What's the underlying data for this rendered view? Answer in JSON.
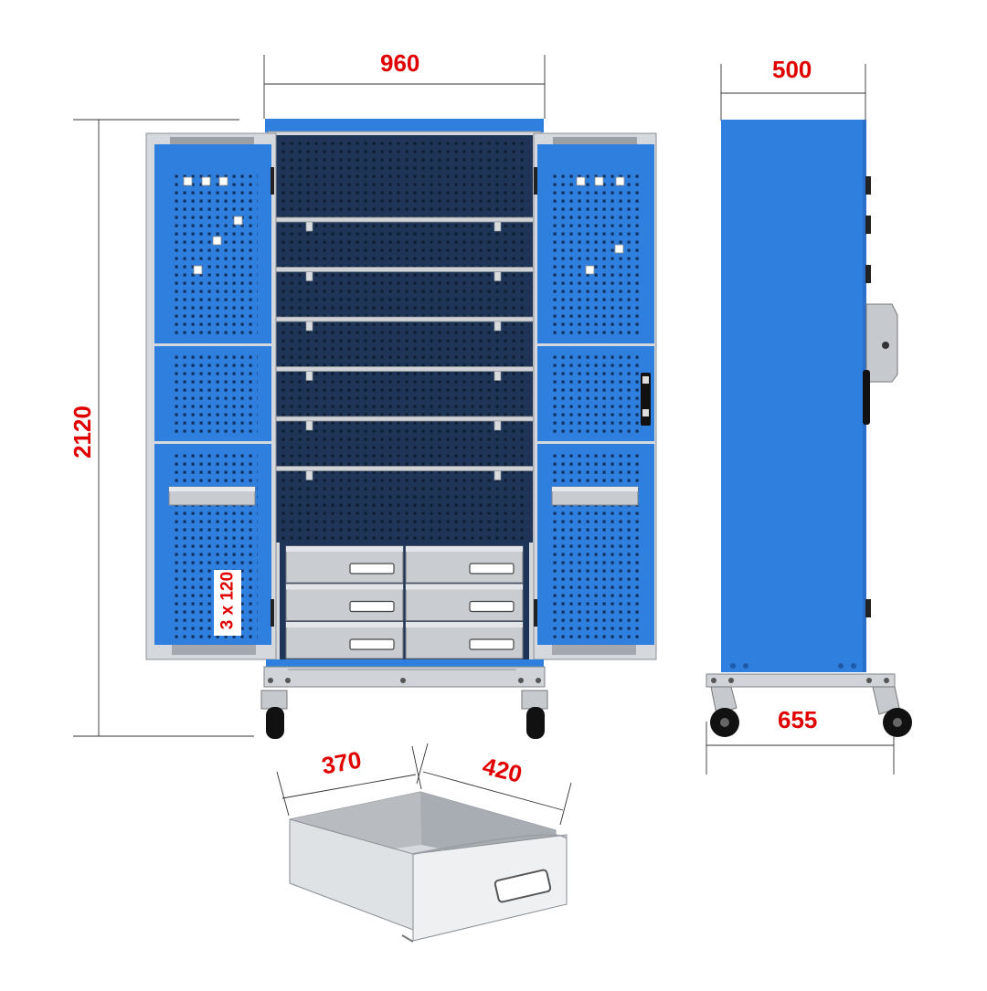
{
  "colors": {
    "accent_blue": "#2f7fdf",
    "interior_navy": "#1e3558",
    "steel_grey": "#cfd2d6",
    "dimension_red": "#e10000"
  },
  "dimensions": {
    "width_front": "960",
    "height": "2120",
    "depth_side": "500",
    "base_side": "655",
    "drawer_width": "370",
    "drawer_depth": "420",
    "drawer_stack": "3 x 120"
  },
  "views": {
    "front": {
      "shelves": 6,
      "drawer_rows": 3,
      "drawer_columns": 2,
      "casters": 2
    },
    "side": {
      "casters": 2
    },
    "drawer_detail": {
      "handle": "pull-handle"
    }
  }
}
